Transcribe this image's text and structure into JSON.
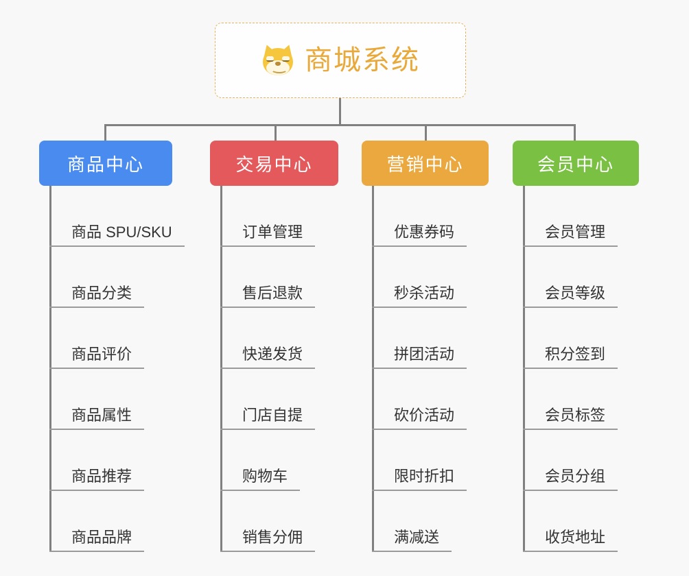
{
  "background_color": "#f8f8f8",
  "root": {
    "title": "商城系统",
    "icon": "shiba-dog-face-icon",
    "title_color": "#e8a93a",
    "border_color": "#e8b35c"
  },
  "connector_color": "#808080",
  "columns": [
    {
      "id": "product-center",
      "label": "商品中心",
      "color": "#4a8bf0",
      "items": [
        "商品 SPU/SKU",
        "商品分类",
        "商品评价",
        "商品属性",
        "商品推荐",
        "商品品牌"
      ]
    },
    {
      "id": "trade-center",
      "label": "交易中心",
      "color": "#e4595b",
      "items": [
        "订单管理",
        "售后退款",
        "快递发货",
        "门店自提",
        "购物车",
        "销售分佣"
      ]
    },
    {
      "id": "marketing-center",
      "label": "营销中心",
      "color": "#eaa83e",
      "items": [
        "优惠券码",
        "秒杀活动",
        "拼团活动",
        "砍价活动",
        "限时折扣",
        "满减送"
      ]
    },
    {
      "id": "member-center",
      "label": "会员中心",
      "color": "#7ac143",
      "items": [
        "会员管理",
        "会员等级",
        "积分签到",
        "会员标签",
        "会员分组",
        "收货地址"
      ]
    }
  ]
}
